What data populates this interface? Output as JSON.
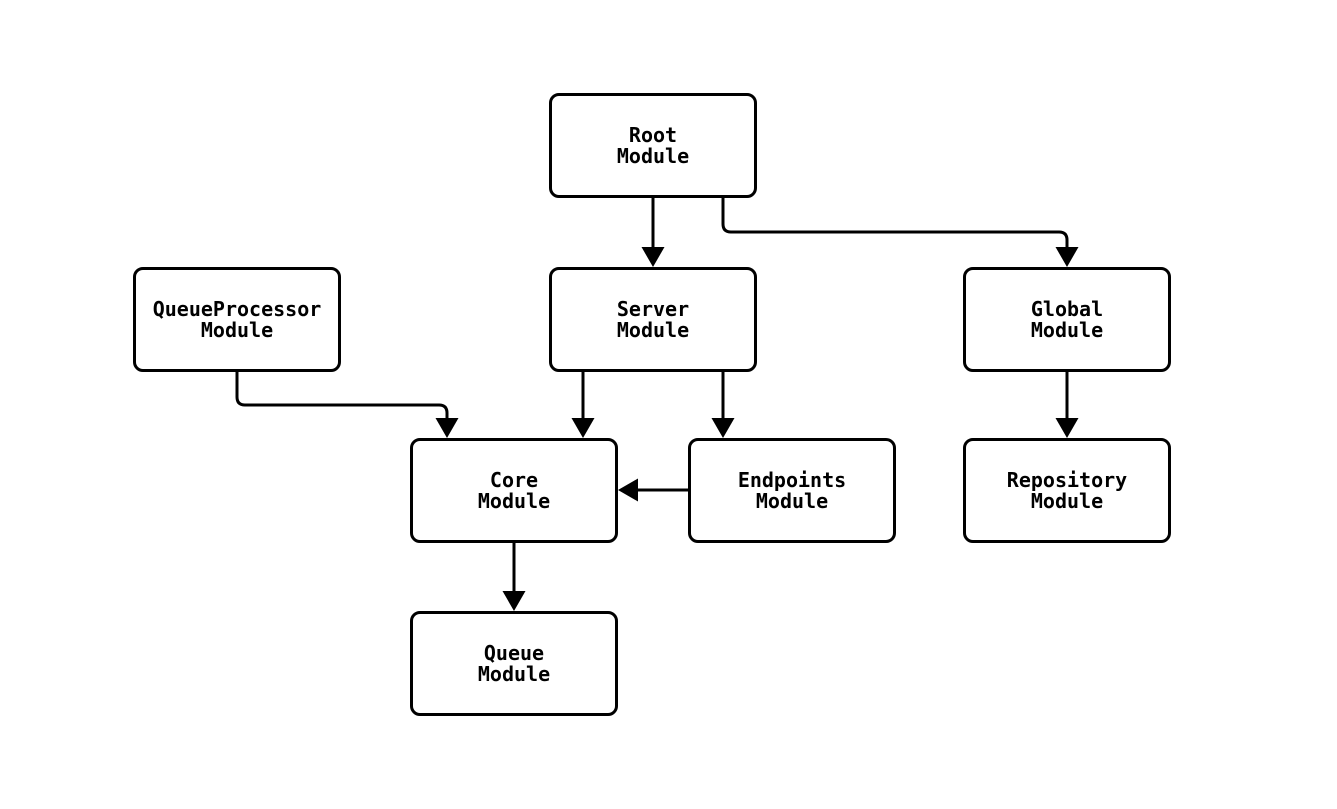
{
  "diagram": {
    "type": "flowchart",
    "background": "#ffffff",
    "colors": {
      "node_border": "#000000",
      "node_fill": "#ffffff",
      "text": "#000000",
      "edge": "#000000"
    },
    "nodes": {
      "root": {
        "line1": "Root",
        "line2": "Module"
      },
      "queueprocessor": {
        "line1": "QueueProcessor",
        "line2": "Module"
      },
      "server": {
        "line1": "Server",
        "line2": "Module"
      },
      "global": {
        "line1": "Global",
        "line2": "Module"
      },
      "core": {
        "line1": "Core",
        "line2": "Module"
      },
      "endpoints": {
        "line1": "Endpoints",
        "line2": "Module"
      },
      "repository": {
        "line1": "Repository",
        "line2": "Module"
      },
      "queue": {
        "line1": "Queue",
        "line2": "Module"
      }
    },
    "edges": [
      {
        "from": "Root Module",
        "to": "Server Module"
      },
      {
        "from": "Root Module",
        "to": "Global Module"
      },
      {
        "from": "QueueProcessor Module",
        "to": "Core Module"
      },
      {
        "from": "Server Module",
        "to": "Core Module"
      },
      {
        "from": "Server Module",
        "to": "Endpoints Module"
      },
      {
        "from": "Endpoints Module",
        "to": "Core Module"
      },
      {
        "from": "Global Module",
        "to": "Repository Module"
      },
      {
        "from": "Core Module",
        "to": "Queue Module"
      }
    ]
  }
}
